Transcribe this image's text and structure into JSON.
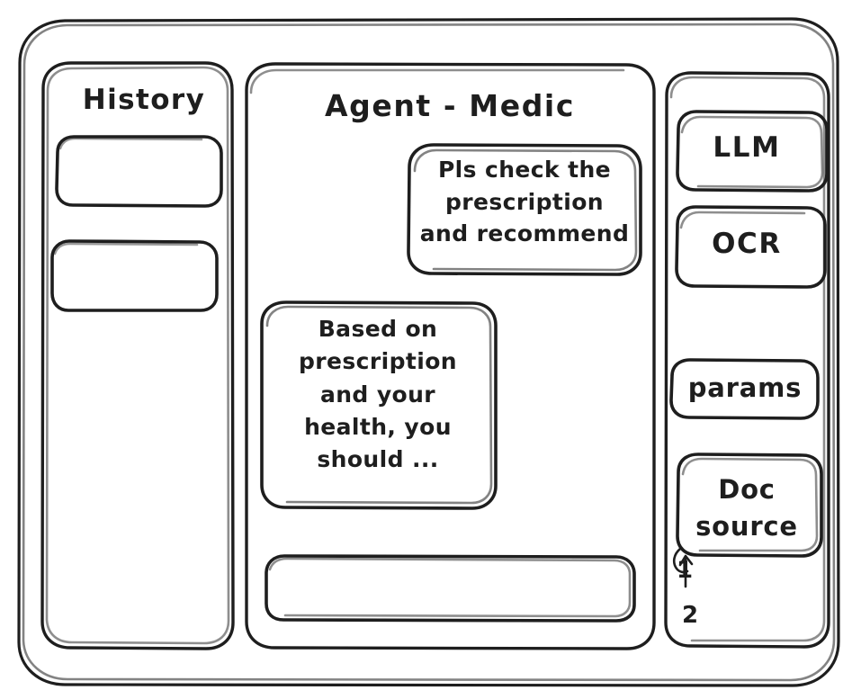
{
  "window": {
    "style": "hand-drawn-wireframe-sketch",
    "stroke_color": "#1e1e1e",
    "background_color": "#ffffff"
  },
  "sidebar_left": {
    "title": "History",
    "items": [
      {
        "label": "",
        "name": "history-item-1"
      },
      {
        "label": "",
        "name": "history-item-2"
      }
    ]
  },
  "main": {
    "title": "Agent - Medic",
    "messages": [
      {
        "role": "user",
        "text": "Pls check the\nprescription\nand recommend"
      },
      {
        "role": "assistant",
        "text": "Based on\nprescription\nand your\nhealth, you\nshould ..."
      }
    ],
    "composer": {
      "value": "",
      "placeholder": ""
    }
  },
  "sidebar_right": {
    "tools": [
      {
        "label": "LLM",
        "name": "tool-llm"
      },
      {
        "label": "OCR",
        "name": "tool-ocr"
      }
    ],
    "params": {
      "label": "params"
    },
    "doc_source": {
      "label": "Doc\nsource",
      "items": [
        {
          "label": "1"
        },
        {
          "label": "2"
        }
      ]
    }
  }
}
